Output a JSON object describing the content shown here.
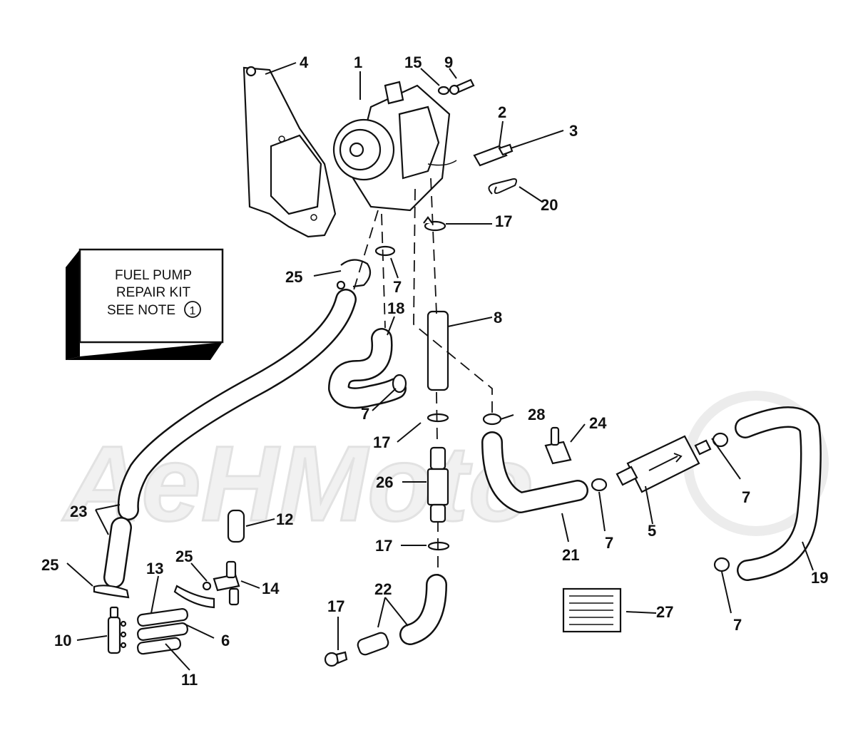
{
  "diagram": {
    "watermark": "AeHMoto",
    "note_box": {
      "line1": "FUEL PUMP",
      "line2": "REPAIR KIT",
      "line3": "SEE NOTE",
      "note_number": "1"
    },
    "callouts": {
      "c1": "1",
      "c2": "2",
      "c3": "3",
      "c4": "4",
      "c5": "5",
      "c6": "6",
      "c7a": "7",
      "c7b": "7",
      "c7c": "7",
      "c7d": "7",
      "c7e": "7",
      "c8": "8",
      "c9": "9",
      "c10": "10",
      "c11": "11",
      "c12": "12",
      "c13": "13",
      "c14": "14",
      "c15": "15",
      "c17a": "17",
      "c17b": "17",
      "c17c": "17",
      "c17d": "17",
      "c18": "18",
      "c19": "19",
      "c20": "20",
      "c21": "21",
      "c22": "22",
      "c23": "23",
      "c24": "24",
      "c25a": "25",
      "c25b": "25",
      "c25c": "25",
      "c26": "26",
      "c27": "27",
      "c28": "28"
    }
  }
}
